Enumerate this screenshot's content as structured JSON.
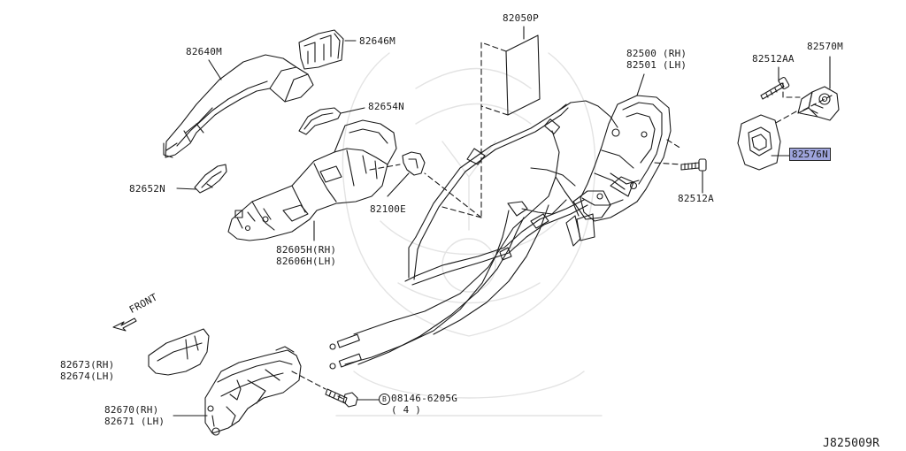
{
  "labels": {
    "p82640M": "82640M",
    "p82646M": "82646M",
    "p82654N": "82654N",
    "p82652N": "82652N",
    "p82100E": "82100E",
    "p82605H": "82605H(RH)",
    "p82606H": "82606H(LH)",
    "p82050P": "82050P",
    "p82500": "82500 (RH)",
    "p82501": "82501 (LH)",
    "p82512AA": "82512AA",
    "p82570M": "82570M",
    "p82576N": "82576N",
    "p82512A": "82512A",
    "p82673": "82673(RH)",
    "p82674": "82674(LH)",
    "p82670": "82670(RH)",
    "p82671": "82671 (LH)",
    "bolt_symbol": "B",
    "bolt_part": "08146-6205G",
    "bolt_qty": "( 4 )",
    "front": "FRONT",
    "diagram_code": "J825009R"
  },
  "highlight_color": "#9ea4dc"
}
